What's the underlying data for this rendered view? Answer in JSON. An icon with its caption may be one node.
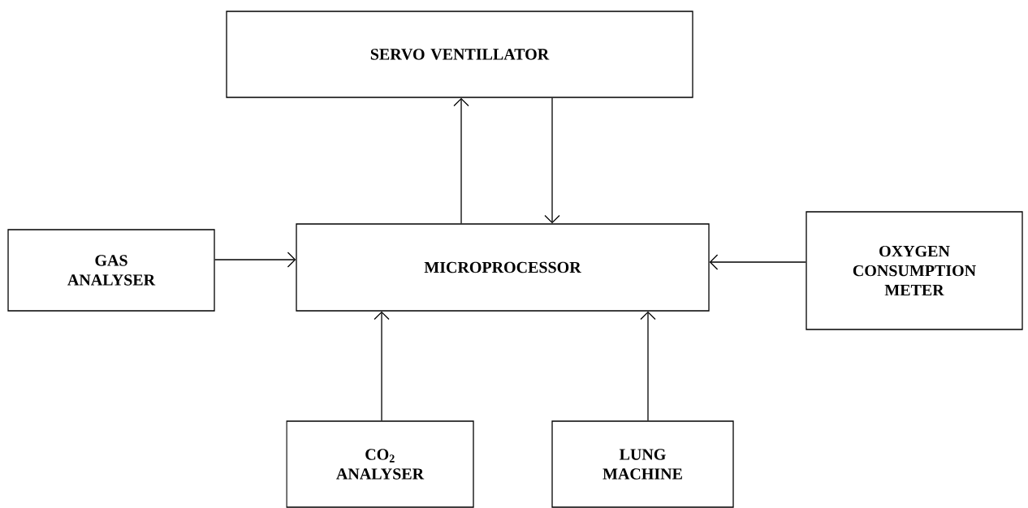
{
  "diagram": {
    "nodes": [
      {
        "text": [
          "SERVO VENTILLATOR"
        ]
      },
      {
        "text": [
          "GAS ANALYSER"
        ]
      },
      {
        "text": [
          "MICROPROCESSOR"
        ]
      },
      {
        "text": [
          "OXYGEN CONSUMPTION METER"
        ]
      },
      {
        "text": [
          "CO$_{2}$ ANALYSER"
        ]
      },
      {
        "text": [
          "LUNG MACHINE"
        ]
      }
    ],
    "edges": [
      {
        "from": 2,
        "to": 0,
        "arrow": "to"
      },
      {
        "from": 0,
        "to": 2,
        "arrow": "to"
      },
      {
        "from": 1,
        "to": 2,
        "arrow": "to"
      },
      {
        "from": 3,
        "to": 2,
        "arrow": "to"
      },
      {
        "from": 4,
        "to": 2,
        "arrow": "to"
      },
      {
        "from": 5,
        "to": 2,
        "arrow": "to"
      }
    ]
  }
}
